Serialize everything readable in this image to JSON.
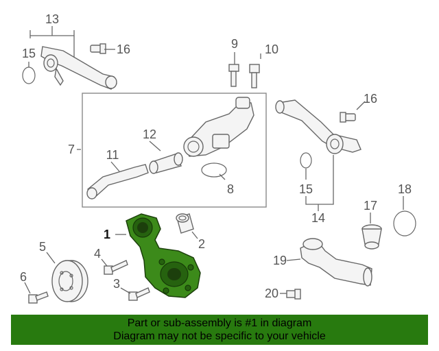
{
  "callouts": {
    "c1": "1",
    "c2": "2",
    "c3": "3",
    "c4": "4",
    "c5": "5",
    "c6": "6",
    "c7": "7",
    "c8": "8",
    "c9": "9",
    "c10": "10",
    "c11": "11",
    "c12": "12",
    "c13": "13",
    "c14": "14",
    "c15a": "15",
    "c15b": "15",
    "c16a": "16",
    "c16b": "16",
    "c17": "17",
    "c18": "18",
    "c19": "19",
    "c20": "20"
  },
  "banner": {
    "line1": "Part or sub-assembly is #1 in diagram",
    "line2": "Diagram may not be specific to your vehicle"
  },
  "colors": {
    "highlight": "#3c8a1a",
    "banner": "#287a0f",
    "line": "#666666"
  }
}
